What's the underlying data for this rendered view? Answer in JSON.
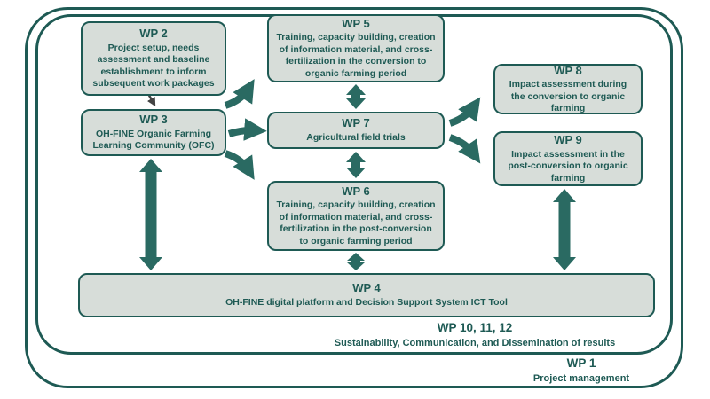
{
  "diagram": {
    "boxes": {
      "wp2": {
        "title": "WP 2",
        "body": "Project setup, needs assessment and baseline establishment to inform subsequent work packages"
      },
      "wp5": {
        "title": "WP 5",
        "body": "Training, capacity building, creation of information material, and cross-fertilization in the conversion to organic farming period"
      },
      "wp8": {
        "title": "WP 8",
        "body": "Impact assessment during the conversion to organic farming"
      },
      "wp3": {
        "title": "WP 3",
        "body": "OH-FINE Organic Farming Learning Community (OFC)"
      },
      "wp7": {
        "title": "WP 7",
        "body": "Agricultural field trials"
      },
      "wp9": {
        "title": "WP 9",
        "body": "Impact assessment in the post-conversion to organic farming"
      },
      "wp6": {
        "title": "WP 6",
        "body": "Training, capacity building, creation of information material, and cross-fertilization in the post-conversion to organic farming period"
      },
      "wp4": {
        "title": "WP 4",
        "body": "OH-FINE digital platform and Decision Support System ICT Tool"
      }
    },
    "frames": {
      "wp101112": {
        "title": "WP 10, 11, 12",
        "body": "Sustainability, Communication, and Dissemination of results"
      },
      "wp1": {
        "title": "WP 1",
        "body": "Project management"
      }
    },
    "colors": {
      "frame_border": "#1e5a54",
      "box_fill": "#d7ddd9",
      "box_border": "#1e5a54",
      "text": "#1e5a54",
      "arrow": "#2a6a62",
      "small_arrow": "#444444"
    }
  }
}
